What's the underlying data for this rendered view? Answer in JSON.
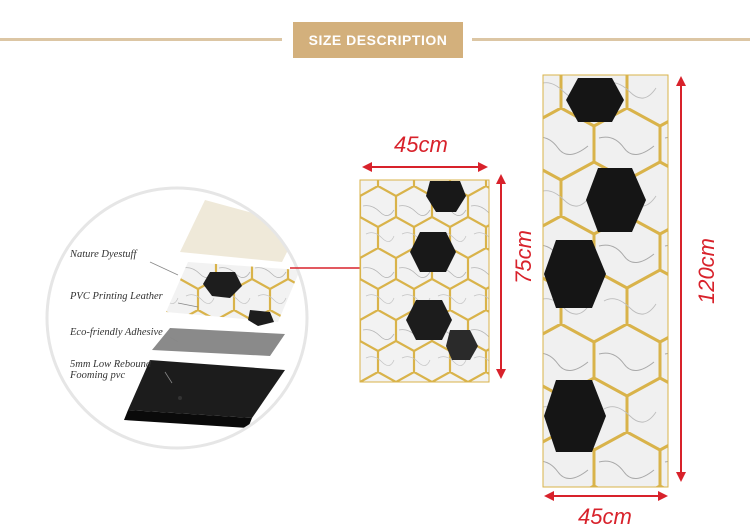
{
  "header": {
    "title": "SIZE DESCRIPTION"
  },
  "colors": {
    "accent": "#d3b07c",
    "dimension": "#d8222b",
    "gold": "#d9b34a",
    "marble_dark": "#151515"
  },
  "layers": [
    {
      "label": "Nature Dyestuff"
    },
    {
      "label": "PVC Printing Leather"
    },
    {
      "label": "Eco-friendly Adhesive"
    },
    {
      "label": "5mm Low Rebound\nFooming pvc"
    }
  ],
  "small_mat": {
    "width_label": "45cm",
    "height_label": "75cm"
  },
  "large_mat": {
    "width_label": "45cm",
    "height_label": "120cm"
  }
}
